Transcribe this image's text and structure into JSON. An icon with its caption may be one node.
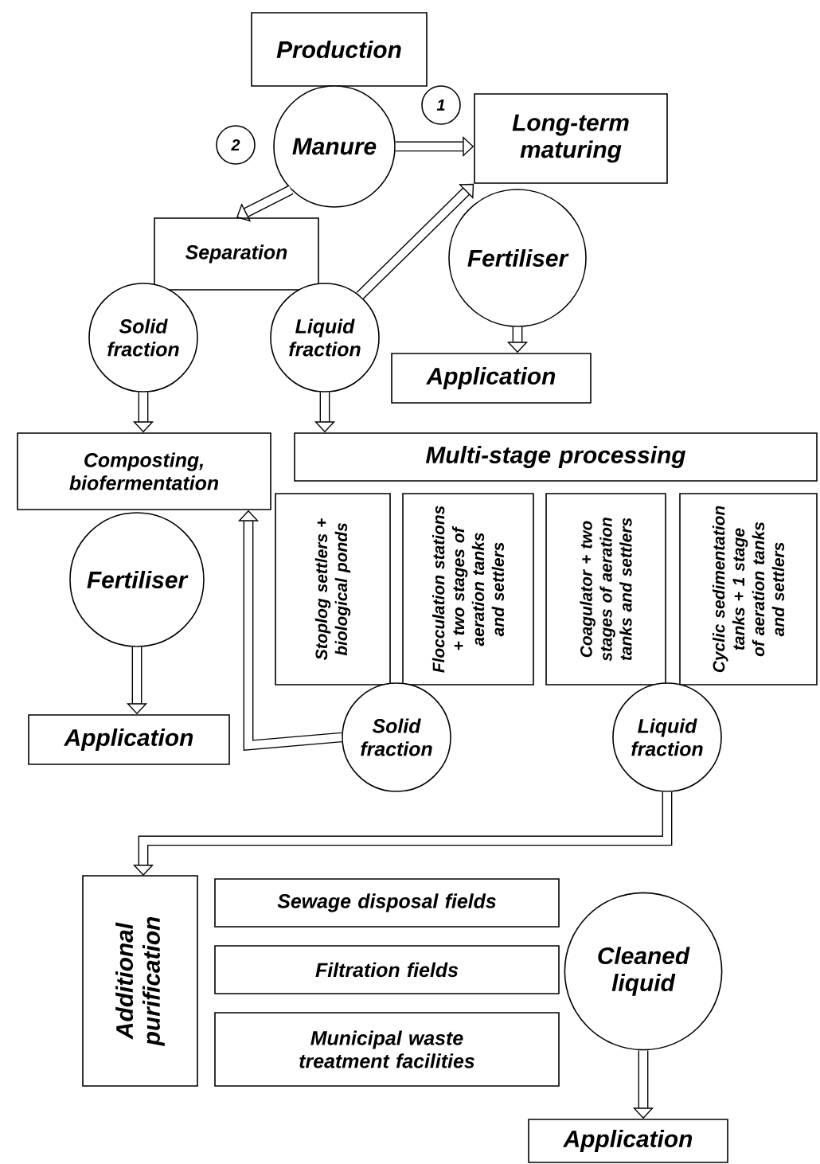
{
  "diagram": {
    "nodes": [
      {
        "text": [
          "Production"
        ]
      },
      {
        "text": [
          "Manure"
        ]
      },
      {
        "text": [
          "2"
        ]
      },
      {
        "text": [
          "1"
        ]
      },
      {
        "text": [
          "Long-term maturing"
        ]
      },
      {
        "text": [
          "Separation"
        ]
      },
      {
        "text": [
          "Fertiliser"
        ]
      },
      {
        "text": [
          "Solid fraction"
        ]
      },
      {
        "text": [
          "Liquid fraction"
        ]
      },
      {
        "text": [
          "Application"
        ]
      },
      {
        "text": [
          "Composting, biofermentation"
        ]
      },
      {
        "text": [
          "Multi-stage processing"
        ]
      },
      {
        "text": [
          "Stoplog settlers + biological ponds"
        ]
      },
      {
        "text": [
          "Flocculation stations + two stages of aeration tanks and settlers"
        ]
      },
      {
        "text": [
          "Coagulator + two stages of aeration tanks and settlers"
        ]
      },
      {
        "text": [
          "Cyclic sedimentation tanks + 1 stage of aeration tanks and settlers"
        ]
      },
      {
        "text": [
          "Fertiliser"
        ]
      },
      {
        "text": [
          "Solid fraction"
        ]
      },
      {
        "text": [
          "Liquid fraction"
        ]
      },
      {
        "text": [
          "Application"
        ]
      },
      {
        "text": [
          "Additional purification"
        ]
      },
      {
        "text": [
          "Sewage disposal fields"
        ]
      },
      {
        "text": [
          "Filtration fields"
        ]
      },
      {
        "text": [
          "Municipal waste treatment facilities"
        ]
      },
      {
        "text": [
          "Cleaned liquid"
        ]
      },
      {
        "text": [
          "Application"
        ]
      }
    ],
    "edges": [
      {
        "from": 1,
        "to": 4,
        "arrow": "to"
      },
      {
        "from": 1,
        "to": 5,
        "arrow": "to"
      },
      {
        "from": 8,
        "to": 4,
        "arrow": "to"
      },
      {
        "from": 6,
        "to": 9,
        "arrow": "to"
      },
      {
        "from": 7,
        "to": 10,
        "arrow": "to"
      },
      {
        "from": 8,
        "to": 11,
        "arrow": "to"
      },
      {
        "from": 16,
        "to": 19,
        "arrow": "to"
      },
      {
        "from": 17,
        "to": 10,
        "arrow": "to"
      },
      {
        "from": 18,
        "to": 20,
        "arrow": "to"
      },
      {
        "from": 24,
        "to": 25,
        "arrow": "to"
      }
    ]
  }
}
